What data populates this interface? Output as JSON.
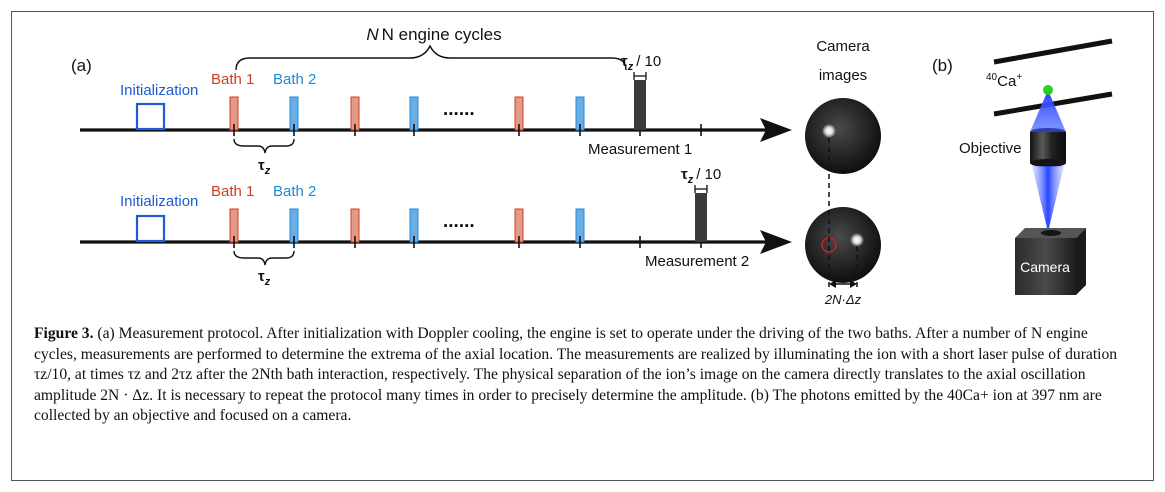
{
  "panel_a": {
    "label": "(a)",
    "cycles_label": "N engine cycles",
    "initialization": "Initialization",
    "bath1": "Bath 1",
    "bath2": "Bath 2",
    "dots": "......",
    "tau_label": "τ",
    "tau_sub": "z",
    "pulse_suffix": "/ 10",
    "measurement1": "Measurement 1",
    "measurement2": "Measurement 2",
    "camera_label_line1": "Camera",
    "camera_label_line2": "images",
    "separation": "2N·Δz",
    "colors": {
      "init": "#1f5bd6",
      "bath1": "#cf3f1f",
      "bath2": "#1f8ad6",
      "bath1_fill": "#e3998a",
      "bath2_fill": "#6aaee6",
      "pulse": "#3a3a3a"
    }
  },
  "panel_b": {
    "label": "(b)",
    "ion_mass": "40",
    "ion_symbol": "Ca",
    "ion_charge": "+",
    "objective": "Objective",
    "camera": "Camera"
  },
  "caption": {
    "label": "Figure 3.",
    "text": "(a) Measurement protocol. After initialization with Doppler cooling, the engine is set to operate under the driving of the two baths. After a number of N engine cycles, measurements are performed to determine the extrema of the axial location. The measurements are realized by illuminating the ion with a short laser pulse of duration τz/10, at times τz and 2τz after the 2Nth bath interaction, respectively. The physical separation of the ion’s image on the camera directly translates to the axial oscillation amplitude 2N · Δz. It is necessary to repeat the protocol many times in order to precisely determine the amplitude. (b) The photons emitted by the 40Ca+ ion at 397 nm are collected by an objective and focused on a camera."
  }
}
